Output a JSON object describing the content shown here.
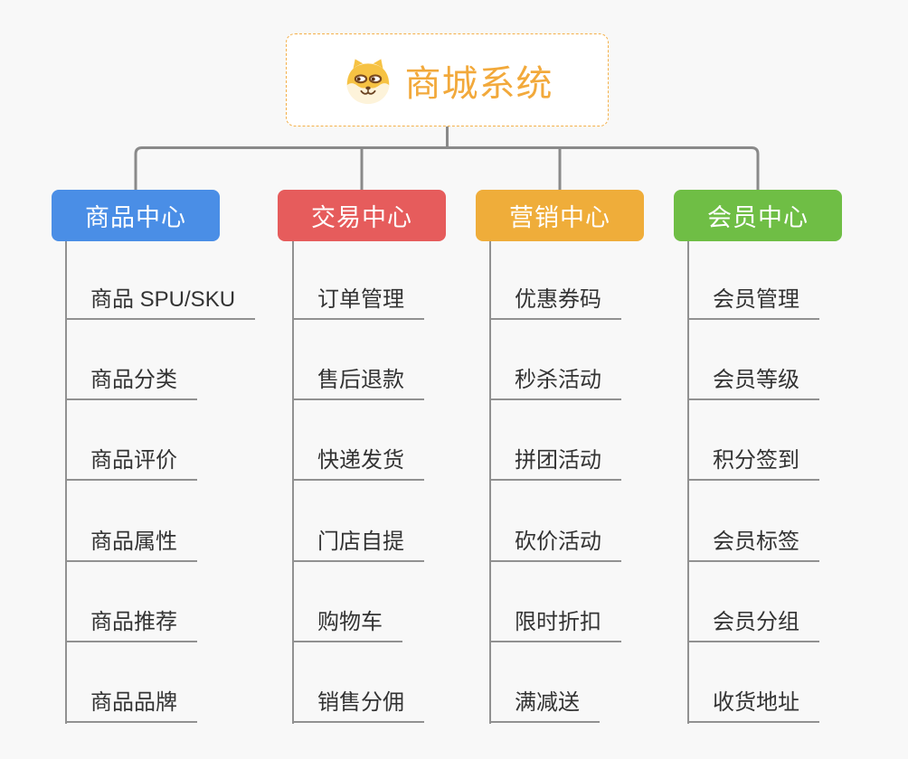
{
  "diagram": {
    "root": {
      "title": "商城系统",
      "icon": "doge-icon"
    },
    "branches": [
      {
        "id": "product-center",
        "label": "商品中心",
        "color": "#4a8ee6",
        "items": [
          "商品 SPU/SKU",
          "商品分类",
          "商品评价",
          "商品属性",
          "商品推荐",
          "商品品牌"
        ]
      },
      {
        "id": "trade-center",
        "label": "交易中心",
        "color": "#e65c5c",
        "items": [
          "订单管理",
          "售后退款",
          "快递发货",
          "门店自提",
          "购物车",
          "销售分佣"
        ]
      },
      {
        "id": "marketing-center",
        "label": "营销中心",
        "color": "#efad3a",
        "items": [
          "优惠券码",
          "秒杀活动",
          "拼团活动",
          "砍价活动",
          "限时折扣",
          "满减送"
        ]
      },
      {
        "id": "member-center",
        "label": "会员中心",
        "color": "#6fbe45",
        "items": [
          "会员管理",
          "会员等级",
          "积分签到",
          "会员标签",
          "会员分组",
          "收货地址"
        ]
      }
    ],
    "colors": {
      "background": "#f8f8f8",
      "root_border": "#f4b04a",
      "root_text": "#f2a93b",
      "connector": "#8a8a8a",
      "leaf_line": "#919191",
      "leaf_text": "#333333"
    }
  }
}
